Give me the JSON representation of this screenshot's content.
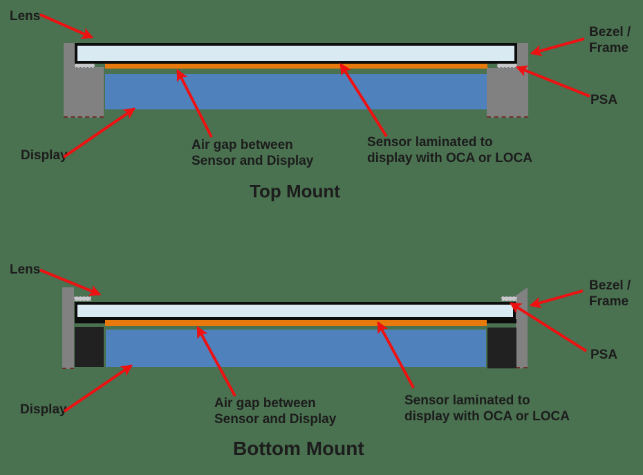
{
  "colors": {
    "background": "#4a7150",
    "arrow_red": "#ee1111",
    "bracket_gray": "#818181",
    "psa_gray": "#c5c7c9",
    "lens_fill": "#d9eaf2",
    "lens_border": "#0d0d0d",
    "sensor_orange": "#e8790d",
    "display_blue": "#4f81bd",
    "block_black": "#212121",
    "text": "#1c1c1c"
  },
  "top_mount": {
    "title": "Top Mount",
    "labels": {
      "lens": "Lens",
      "display": "Display",
      "air_gap": "Air gap between\nSensor and Display",
      "sensor_laminated": "Sensor laminated to\ndisplay with OCA or LOCA",
      "bezel_frame": "Bezel /\nFrame",
      "psa": "PSA"
    }
  },
  "bottom_mount": {
    "title": "Bottom Mount",
    "labels": {
      "lens": "Lens",
      "display": "Display",
      "air_gap": "Air gap between\nSensor and Display",
      "sensor_laminated": "Sensor laminated to\ndisplay with OCA or LOCA",
      "bezel_frame": "Bezel /\nFrame",
      "psa": "PSA"
    }
  }
}
